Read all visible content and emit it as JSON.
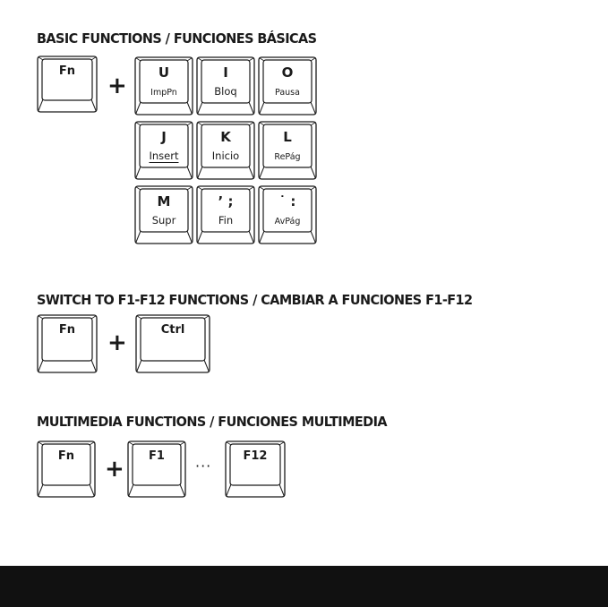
{
  "sections": {
    "basic": {
      "title": "BASIC FUNCTIONS / FUNCIONES BÁSICAS",
      "fn_key": "Fn",
      "plus": "+",
      "keys": [
        {
          "main": "U",
          "sub": "ImpPn"
        },
        {
          "main": "I",
          "sub": "Bloq"
        },
        {
          "main": "O",
          "sub": "Pausa"
        },
        {
          "main": "J",
          "sub": "Insert"
        },
        {
          "main": "K",
          "sub": "Inicio"
        },
        {
          "main": "L",
          "sub": "RePág"
        },
        {
          "main": "M",
          "sub": "Supr"
        },
        {
          "main": "’ ;",
          "sub": "Fin"
        },
        {
          "main": "˙ :",
          "sub": "AvPág"
        }
      ]
    },
    "switch": {
      "title": "SWITCH TO F1-F12 FUNCTIONS / CAMBIAR A FUNCIONES F1-F12",
      "fn_key": "Fn",
      "plus": "+",
      "ctrl_key": "Ctrl"
    },
    "multimedia": {
      "title": "MULTIMEDIA FUNCTIONS / FUNCIONES MULTIMEDIA",
      "fn_key": "Fn",
      "plus": "+",
      "f1_key": "F1",
      "ellipsis": "···",
      "f12_key": "F12"
    }
  },
  "colors": {
    "ink": "#1a1a1a",
    "background": "#ffffff",
    "footer_band": "#111111"
  }
}
